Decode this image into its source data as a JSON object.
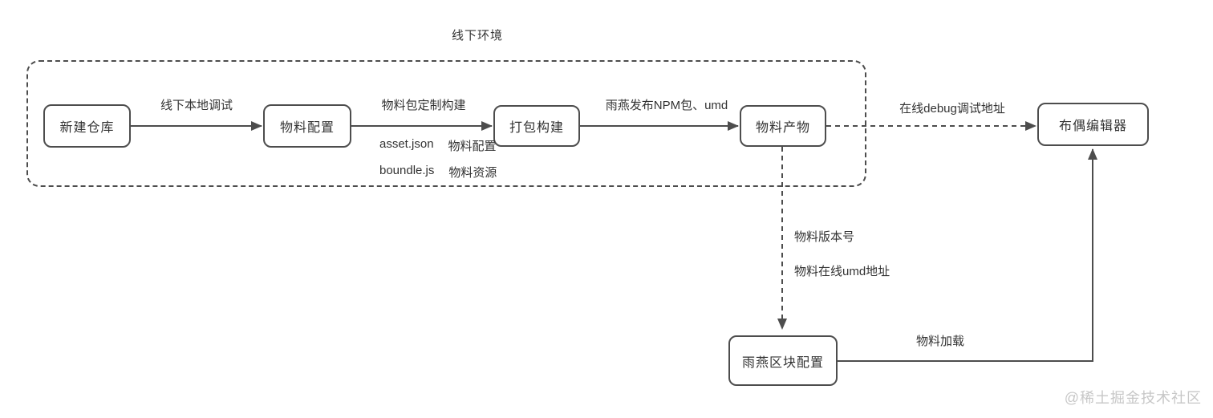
{
  "diagram": {
    "title": "线下环境",
    "watermark": "@稀土掘金技术社区",
    "nodes": {
      "new_repo": {
        "label": "新建仓库"
      },
      "material_config": {
        "label": "物料配置"
      },
      "build": {
        "label": "打包构建"
      },
      "material_artifact": {
        "label": "物料产物"
      },
      "puppet_editor": {
        "label": "布偶编辑器"
      },
      "swift_block_config": {
        "label": "雨燕区块配置"
      }
    },
    "edges": {
      "local_debug": {
        "label": "线下本地调试",
        "style": "solid",
        "from": "new_repo",
        "to": "material_config"
      },
      "custom_build": {
        "label": "物料包定制构建",
        "style": "solid",
        "from": "material_config",
        "to": "build"
      },
      "npm_publish": {
        "label": "雨燕发布NPM包、umd",
        "style": "solid",
        "from": "build",
        "to": "material_artifact"
      },
      "online_debug": {
        "label": "在线debug调试地址",
        "style": "dashed",
        "from": "material_artifact",
        "to": "puppet_editor"
      },
      "artifact_to_block": {
        "labels": [
          "物料版本号",
          "物料在线umd地址"
        ],
        "style": "dashed",
        "from": "material_artifact",
        "to": "swift_block_config"
      },
      "material_load": {
        "label": "物料加载",
        "style": "solid",
        "from": "swift_block_config",
        "to": "puppet_editor"
      }
    },
    "annotations": [
      {
        "file": "asset.json",
        "desc": "物料配置"
      },
      {
        "file": "boundle.js",
        "desc": "物料资源"
      }
    ],
    "colors": {
      "line": "#4d4d4d",
      "text": "#333333",
      "watermark": "#c7c7c7",
      "background": "#ffffff"
    }
  }
}
